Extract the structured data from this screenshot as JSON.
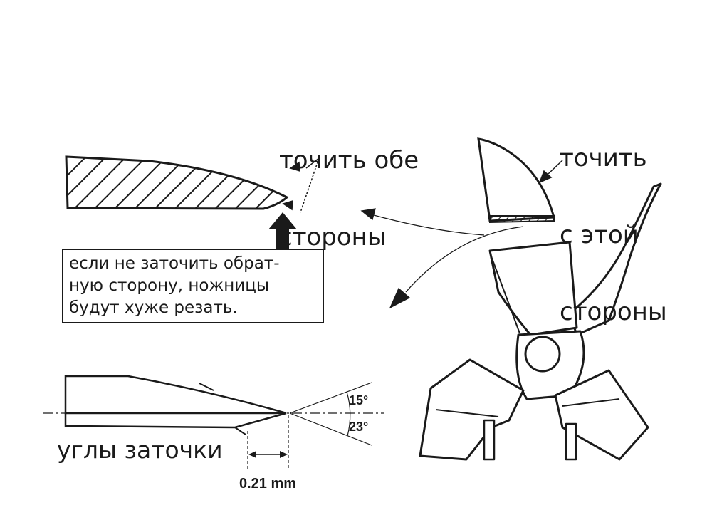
{
  "labels": {
    "sharpen_both_sides": [
      "точить обе",
      "стороны"
    ],
    "sharpen_this_side": [
      "точить",
      "с этой",
      "стороны"
    ],
    "note_lines": [
      "если не заточить обрат-",
      "ную сторону, ножницы",
      "будут хуже резать."
    ],
    "sharpening_angles": "углы заточки",
    "angle_top": "15°",
    "angle_bottom": "23°",
    "offset_dimension": "0.21 mm"
  },
  "colors": {
    "ink": "#1a1a1a",
    "background": "#ffffff"
  },
  "icons": [
    "up-arrow-icon",
    "curved-arrow-icon"
  ]
}
